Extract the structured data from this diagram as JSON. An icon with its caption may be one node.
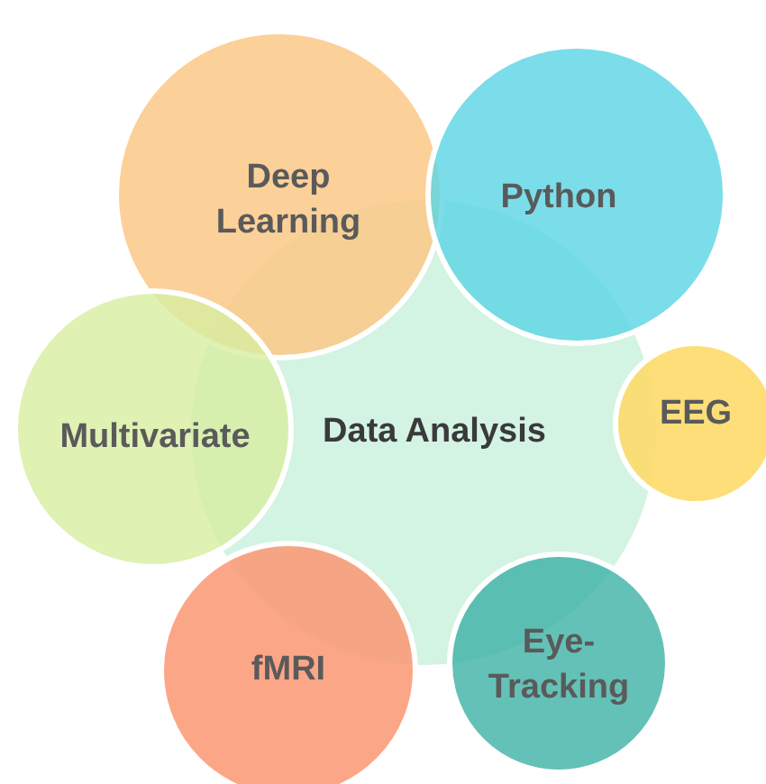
{
  "diagram": {
    "nodes": [
      {
        "text": [
          "Deep Learning"
        ]
      },
      {
        "text": [
          "Python"
        ]
      },
      {
        "text": [
          "Multivariate"
        ]
      },
      {
        "text": [
          "Data Analysis"
        ]
      },
      {
        "text": [
          "EEG"
        ]
      },
      {
        "text": [
          "fMRI"
        ]
      },
      {
        "text": [
          "Eye-Tracking"
        ]
      }
    ]
  }
}
